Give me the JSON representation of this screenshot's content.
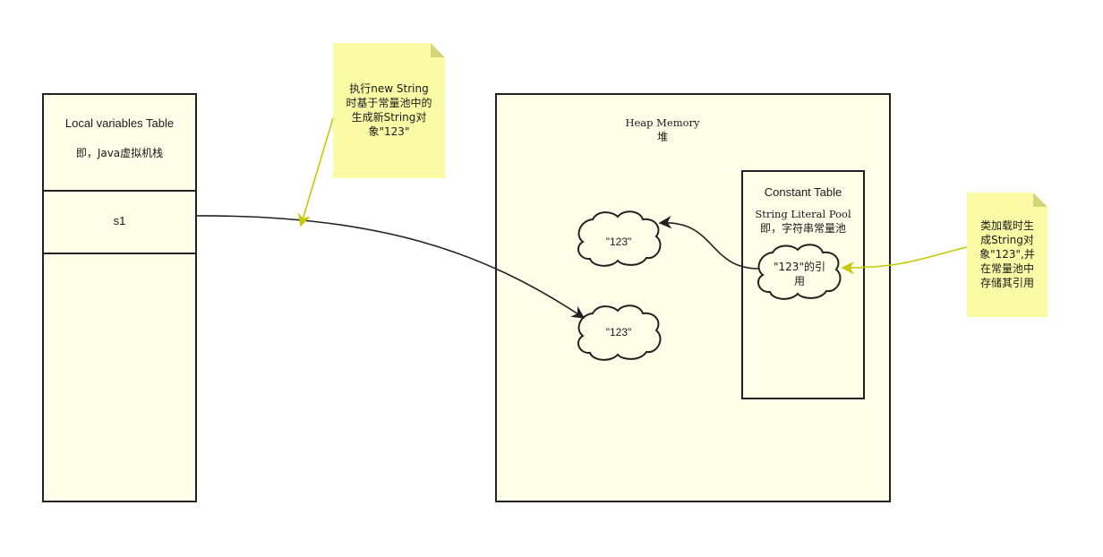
{
  "stack": {
    "title": "Local variables Table",
    "subtitle": "即，Java虚拟机栈",
    "var_s1": "s1"
  },
  "heap": {
    "title": "Heap Memory",
    "subtitle": "堆",
    "cloud_new": "\"123\"",
    "cloud_new2": "\"123\""
  },
  "pool": {
    "title": "Constant Table",
    "line1": "String Literal Pool",
    "line2": "即，字符串常量池",
    "ref_line1": "\"123\"的引",
    "ref_line2": "用"
  },
  "note_new": {
    "lines": [
      "执行new String",
      "时基于常量池中的",
      "生成新String对",
      "象\"123\""
    ]
  },
  "note_load": {
    "lines": [
      "类加载时生",
      "成String对",
      "象\"123\",并",
      "在常量池中",
      "存储其引用"
    ]
  },
  "colors": {
    "box_fill": "#fefee9",
    "note_fill": "#fbfba6",
    "note_arrow": "#c8c800",
    "edge": "#222222"
  }
}
